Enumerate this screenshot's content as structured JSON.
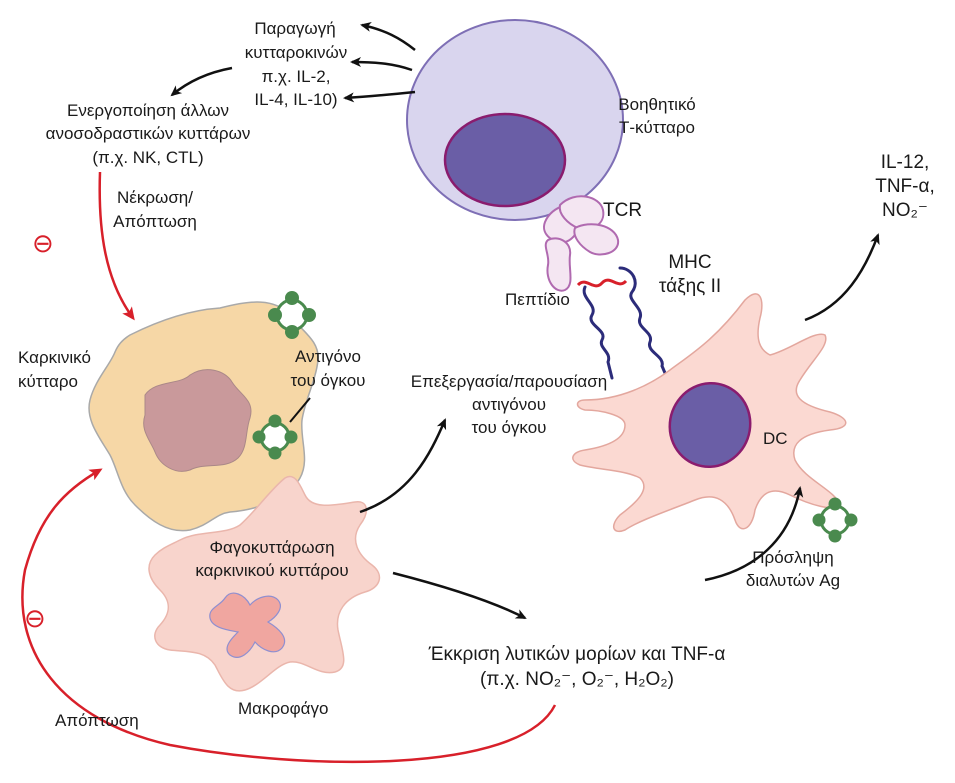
{
  "colors": {
    "t_cell_fill": "#d9d5ee",
    "t_cell_stroke": "#7e6fb5",
    "nucleus_fill": "#6a5ea6",
    "nucleus_stroke": "#8a1c6e",
    "tumor_fill": "#f6d7a6",
    "tumor_nucleus": "#c9999b",
    "macrophage_fill": "#f8d4cc",
    "macrophage_nucleus": "#f0a6a0",
    "dc_fill": "#fbd9d2",
    "dc_stroke": "#e3a79e",
    "peptide": "#d8202a",
    "mhc": "#2c2c7a",
    "tcr_stroke": "#b06ab0",
    "antigen_green": "#4a8a4e",
    "inhibit_red": "#d8202a"
  },
  "labels": {
    "cytokines": [
      "Παραγωγή",
      "κυτταροκινών",
      "π.χ. IL-2,",
      "IL-4, IL-10)"
    ],
    "activation": [
      "Ενεργοποίηση άλλων",
      "ανοσοδραστικών κυττάρων",
      "(π.χ. NK, CTL)"
    ],
    "helper_t": [
      "Βοηθητικό",
      "Τ-κύτταρο"
    ],
    "tcr": "TCR",
    "peptide": "Πεπτίδιο",
    "mhc": [
      "MHC",
      "τάξης II"
    ],
    "il12": [
      "IL-12,",
      "TNF-α,",
      "NO₂⁻"
    ],
    "necrosis": [
      "Νέκρωση/",
      "Απόπτωση"
    ],
    "tumor_cell": [
      "Καρκινικό",
      "κύτταρο"
    ],
    "tumor_antigen": [
      "Αντιγόνο",
      "του όγκου"
    ],
    "processing": [
      "Επεξεργασία/παρουσίαση",
      "αντιγόνου",
      "του όγκου"
    ],
    "dc": "DC",
    "phagocytosis": [
      "Φαγοκυττάρωση",
      "καρκινικού κυττάρου"
    ],
    "uptake": [
      "Πρόσληψη",
      "διαλυτών Ag"
    ],
    "secretion": [
      "Έκκριση λυτικών μορίων και TNF-α",
      "(π.χ. NO₂⁻, O₂⁻, H₂O₂)"
    ],
    "macrophage": "Μακροφάγο",
    "apoptosis": "Απόπτωση",
    "minus_sign": "⊖"
  }
}
